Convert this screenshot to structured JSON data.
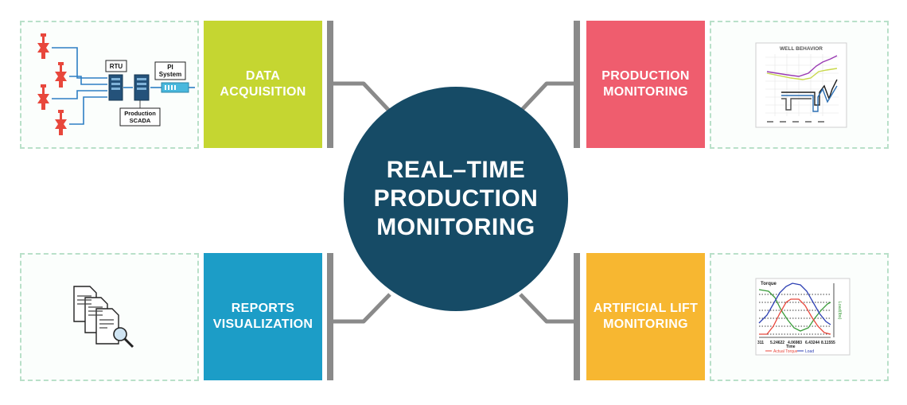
{
  "hub": {
    "title": "REAL–TIME\nPRODUCTION\nMONITORING"
  },
  "tiles": {
    "data_acquisition": {
      "label": "DATA\nACQUISITION",
      "color": "#c5d631"
    },
    "production_monitoring": {
      "label": "PRODUCTION\nMONITORING",
      "color": "#ef5d6e"
    },
    "reports_visualization": {
      "label": "REPORTS\nVISUALIZATION",
      "color": "#1c9dc7"
    },
    "artificial_lift": {
      "label": "ARTIFICIAL LIFT\nMONITORING",
      "color": "#f7b731"
    }
  },
  "scada_diagram": {
    "rtu_label": "RTU",
    "pi_label_1": "PI",
    "pi_label_2": "System",
    "scada_label_1": "Production",
    "scada_label_2": "SCADA"
  },
  "well_chart": {
    "title": "WELL BEHAVIOR"
  },
  "torque_chart": {
    "title": "Torque",
    "xlabel": "Time",
    "ylabel": "Load(lbs)",
    "x_ticks": [
      "311",
      "5.24622",
      "4.06983",
      "6.43244",
      "8.11555"
    ],
    "legend_1": "Actual Torque",
    "legend_2": "Load"
  },
  "colors": {
    "hub": "#164b66",
    "connector": "#8a8a8a",
    "frame_border": "#b9e0c9"
  }
}
